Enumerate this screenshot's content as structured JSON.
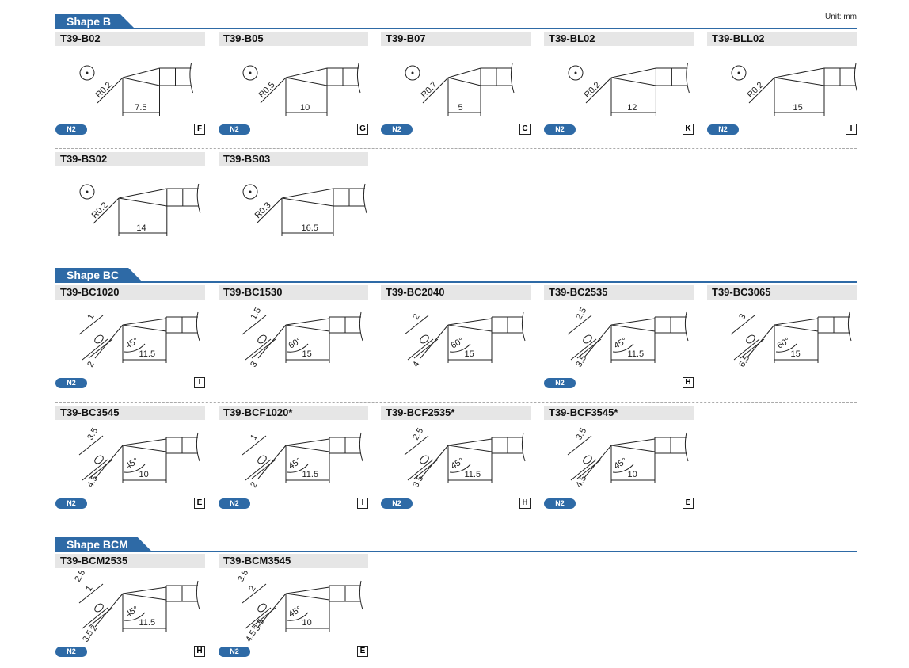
{
  "unit": "Unit: mm",
  "badge_label": "N2",
  "sections": [
    {
      "title": "Shape B",
      "kind": "B",
      "rows": [
        [
          {
            "name": "T39-B02",
            "radius": "R0.2",
            "length": "7.5",
            "n2": true,
            "class": "F"
          },
          {
            "name": "T39-B05",
            "radius": "R0.5",
            "length": "10",
            "n2": true,
            "class": "G"
          },
          {
            "name": "T39-B07",
            "radius": "R0.7",
            "length": "5",
            "n2": true,
            "class": "C"
          },
          {
            "name": "T39-BL02",
            "radius": "R0.2",
            "length": "12",
            "n2": true,
            "class": "K"
          },
          {
            "name": "T39-BLL02",
            "radius": "R0.2",
            "length": "15",
            "n2": true,
            "class": "I"
          }
        ],
        [
          {
            "name": "T39-BS02",
            "radius": "R0.2",
            "length": "14",
            "n2": false,
            "class": ""
          },
          {
            "name": "T39-BS03",
            "radius": "R0.3",
            "length": "16.5",
            "n2": false,
            "class": ""
          }
        ]
      ]
    },
    {
      "title": "Shape BC",
      "kind": "BC",
      "rows": [
        [
          {
            "name": "T39-BC1020",
            "face": [
              "1",
              "2"
            ],
            "angle": "45°",
            "length": "11.5",
            "n2": true,
            "class": "I"
          },
          {
            "name": "T39-BC1530",
            "face": [
              "1.5",
              "3"
            ],
            "angle": "60°",
            "length": "15",
            "n2": false,
            "class": ""
          },
          {
            "name": "T39-BC2040",
            "face": [
              "2",
              "4"
            ],
            "angle": "60°",
            "length": "15",
            "n2": false,
            "class": ""
          },
          {
            "name": "T39-BC2535",
            "face": [
              "2.5",
              "3.5"
            ],
            "angle": "45°",
            "length": "11.5",
            "n2": true,
            "class": "H"
          },
          {
            "name": "T39-BC3065",
            "face": [
              "3",
              "6.5"
            ],
            "angle": "60°",
            "length": "15",
            "n2": false,
            "class": ""
          }
        ],
        [
          {
            "name": "T39-BC3545",
            "face": [
              "3.5",
              "4.5"
            ],
            "angle": "45°",
            "length": "10",
            "n2": true,
            "class": "E"
          },
          {
            "name": "T39-BCF1020*",
            "face": [
              "1",
              "2"
            ],
            "angle": "45°",
            "length": "11.5",
            "n2": true,
            "class": "I"
          },
          {
            "name": "T39-BCF2535*",
            "face": [
              "2.5",
              "3.5"
            ],
            "angle": "45°",
            "length": "11.5",
            "n2": true,
            "class": "H"
          },
          {
            "name": "T39-BCF3545*",
            "face": [
              "3.5",
              "4.5"
            ],
            "angle": "45°",
            "length": "10",
            "n2": true,
            "class": "E"
          }
        ]
      ]
    },
    {
      "title": "Shape BCM",
      "kind": "BC",
      "rows": [
        [
          {
            "name": "T39-BCM2535",
            "face": [
              "2.5",
              "1",
              "2",
              "3.5"
            ],
            "angle": "45°",
            "length": "11.5",
            "n2": true,
            "class": "H"
          },
          {
            "name": "T39-BCM3545",
            "face": [
              "3.5",
              "2",
              "3.5",
              "4.5"
            ],
            "angle": "45°",
            "length": "10",
            "n2": true,
            "class": "E"
          }
        ]
      ]
    }
  ]
}
